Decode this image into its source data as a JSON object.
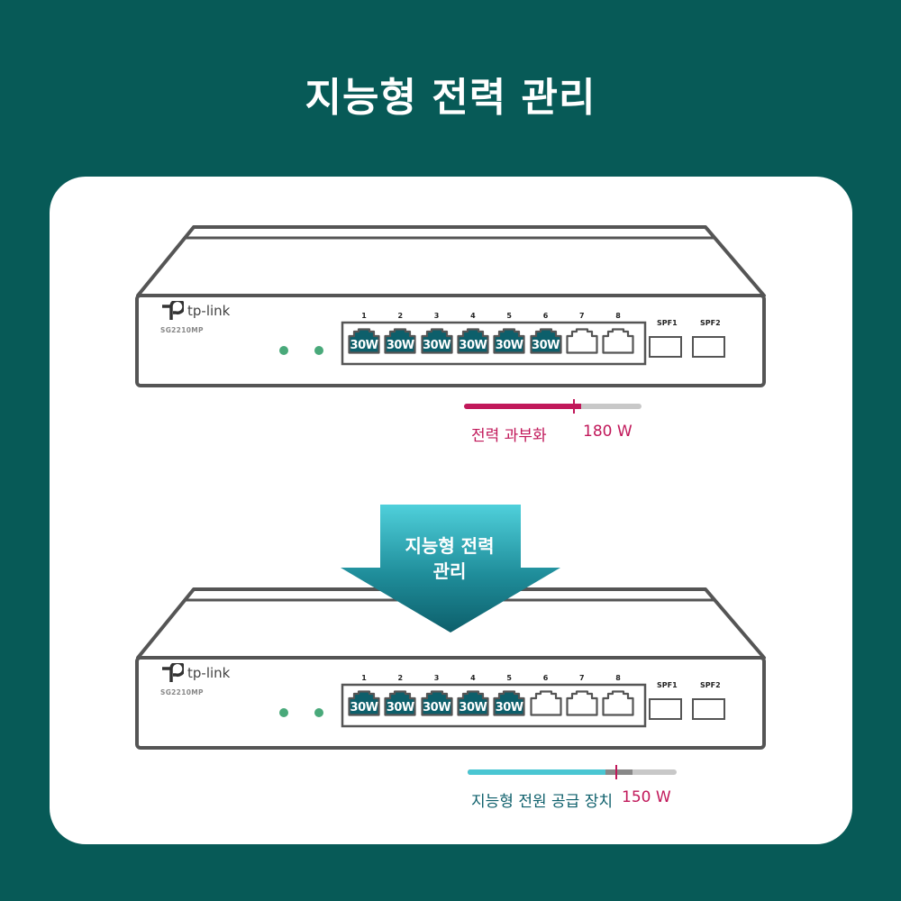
{
  "title": "지능형 전력 관리",
  "switch": {
    "brand": "tp-link",
    "model": "SG2210MP",
    "port_numbers": [
      "1",
      "2",
      "3",
      "4",
      "5",
      "6",
      "7",
      "8"
    ],
    "sfp_labels": [
      "SPF1",
      "SPF2"
    ]
  },
  "top_switch": {
    "powered_ports": [
      "30W",
      "30W",
      "30W",
      "30W",
      "30W",
      "30W"
    ],
    "status_label": "전력 과부화",
    "power_value": "180 W",
    "load_fraction": 0.62,
    "budget_fraction": 0.66
  },
  "arrow": {
    "line1": "지능형 전력",
    "line2": "관리"
  },
  "bottom_switch": {
    "powered_ports": [
      "30W",
      "30W",
      "30W",
      "30W",
      "30W"
    ],
    "status_label": "지능형 전원 공급 장치",
    "power_value": "150 W",
    "load_fraction": 0.66,
    "budget_fraction": 0.79
  },
  "colors": {
    "background": "#075a57",
    "overload": "#c1185a",
    "smart": "#4ac6d2",
    "port_active": "#0d5f6b"
  }
}
